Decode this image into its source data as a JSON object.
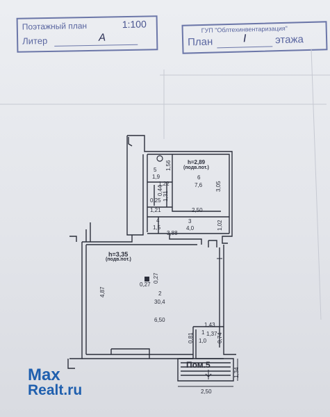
{
  "stamp_floor": {
    "title": "Поэтажный план",
    "scale": "1:100",
    "liter_label": "Литер",
    "liter_value": "А"
  },
  "stamp_org": {
    "org": "ГУП \"Облтехинвентаризация\"",
    "plan_label": "План",
    "floor_value": "I",
    "floor_suffix": "этажа"
  },
  "rooms": [
    {
      "num": "2",
      "area": "30,4"
    },
    {
      "num": "3",
      "area": "4,0"
    },
    {
      "num": "4",
      "area": "1,5"
    },
    {
      "num": "5",
      "area": "1,9"
    },
    {
      "num": "6",
      "area": "7,6"
    },
    {
      "num": "1",
      "area": "1,0"
    }
  ],
  "heights": {
    "main": "h=3,35",
    "main_note": "(подв.пот.)",
    "upper": "h=2,89",
    "upper_note": "(подв.пот.)"
  },
  "dimensions": {
    "d_156": "1,56",
    "d_122": "1,22",
    "d_305": "3,05",
    "d_044": "0,44",
    "d_131": "1,31",
    "d_025": "0,25",
    "d_121": "1,21",
    "d_250a": "2,50",
    "d_388": "3,88",
    "d_102": "1,02",
    "d_487": "4,87",
    "d_027a": "0,27",
    "d_027b": "0,27",
    "d_650": "6,50",
    "d_143": "1,43",
    "d_137": "1,37",
    "d_081": "0,81",
    "d_074": "0,74",
    "d_134": "1,34",
    "d_250b": "2,50"
  },
  "premise_label": "Пом.5",
  "watermark": {
    "line1": "Max",
    "line2": "Realt.ru"
  },
  "colors": {
    "stamp_ink": "#5a66a0",
    "plan_ink": "#2b2e3a",
    "watermark": "#1f5fae"
  }
}
